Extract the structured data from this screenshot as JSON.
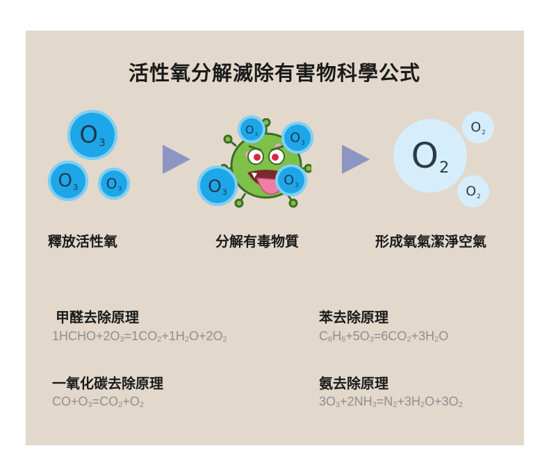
{
  "title": "活性氧分解滅除有害物科學公式",
  "molecules": {
    "ozone_symbol": "O",
    "ozone_sub": "3",
    "oxygen_symbol": "O",
    "oxygen_sub": "2"
  },
  "steps": [
    {
      "label": "釋放活性氧"
    },
    {
      "label": "分解有毒物質"
    },
    {
      "label": "形成氧氣潔淨空氣"
    }
  ],
  "principles": [
    {
      "heading": "甲醛去除原理",
      "formula": "1HCHO+2O3=1CO2+1H2O+2O2"
    },
    {
      "heading": "苯去除原理",
      "formula": "C6H6+5O3=6CO2+3H2O"
    },
    {
      "heading": "一氧化碳去除原理",
      "formula": "CO+O3=CO2+O2"
    },
    {
      "heading": "氨去除原理",
      "formula": "3O3+2NH3=N2+3H2O+3O2"
    }
  ],
  "colors": {
    "panel": "#e2d8cb",
    "ozone_blue": "#1ea7e8",
    "oxygen_pale": "#d6eefb",
    "arrow": "#8d95c4",
    "virus_green": "#7ec04a",
    "formula_text": "#8f8f8f"
  },
  "icons": [
    "ozone-molecule-icon",
    "virus-germ-icon",
    "oxygen-molecule-icon",
    "arrow-right-icon"
  ]
}
